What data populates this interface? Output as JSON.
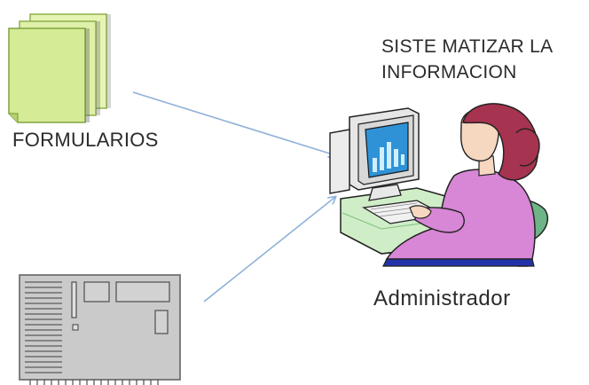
{
  "diagram": {
    "title_line_1": "SISTE MATIZAR LA",
    "title_line_2": "INFORMACION",
    "forms_label": "FORMULARIOS",
    "admin_label": "Administrador",
    "icons": {
      "forms": "stacked-documents-icon",
      "server": "server-cabinet-icon",
      "admin": "woman-at-computer-icon"
    },
    "colors": {
      "paper": "#dcf0a4",
      "paper_edge": "#9bbf5a",
      "arrow": "#8fb1d8",
      "cabinet": "#c7c7c7",
      "cabinet_edge": "#5a5a5a",
      "sweater": "#d986d9",
      "hair": "#a23a55",
      "chair": "#6fb58a",
      "monitor_screen": "#3aa0e0"
    }
  }
}
